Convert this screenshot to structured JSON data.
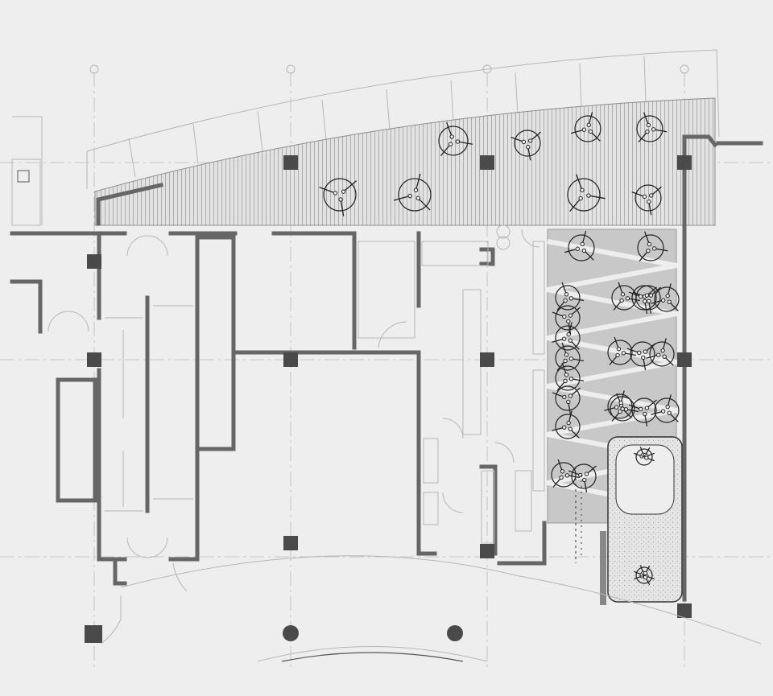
{
  "drawing": {
    "type": "architectural floor plan",
    "colors": {
      "background": "#efeeef",
      "wall": "#666666",
      "column": "#4a4a4a",
      "grid_line": "#b9b8b9",
      "hatch_band": "#d4d3d4",
      "dining_zone": "#c6c5c6",
      "furniture": "#222222"
    },
    "grid_bubbles": {
      "top_count": 4,
      "labels_visible": false
    },
    "zones": [
      "canopy-terrace",
      "entrance-vestibule",
      "stair-core",
      "main-hall",
      "kitchen",
      "dining-hall",
      "plaza"
    ],
    "seating": {
      "terrace_tables": 10,
      "dining_tables": 20,
      "booth_tables": 2
    },
    "text_labels": []
  }
}
